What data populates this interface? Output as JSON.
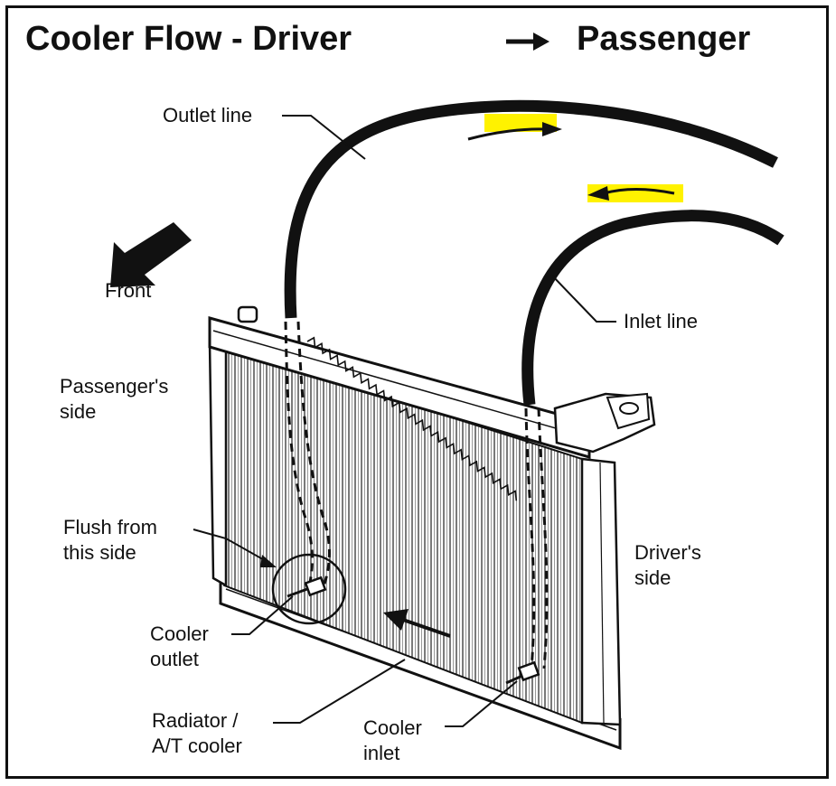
{
  "title": {
    "left": "Cooler Flow - Driver",
    "right": "Passenger"
  },
  "labels": {
    "outlet_line": "Outlet line",
    "inlet_line": "Inlet line",
    "front": "Front",
    "passengers_side": [
      "Passenger's",
      "side"
    ],
    "flush": [
      "Flush from",
      "this side"
    ],
    "drivers_side": [
      "Driver's",
      "side"
    ],
    "cooler_outlet": [
      "Cooler",
      "outlet"
    ],
    "radiator": [
      "Radiator /",
      "A/T cooler"
    ],
    "cooler_inlet": [
      "Cooler",
      "inlet"
    ]
  },
  "colors": {
    "line": "#111111",
    "highlight": "#fff200",
    "background": "#ffffff"
  }
}
